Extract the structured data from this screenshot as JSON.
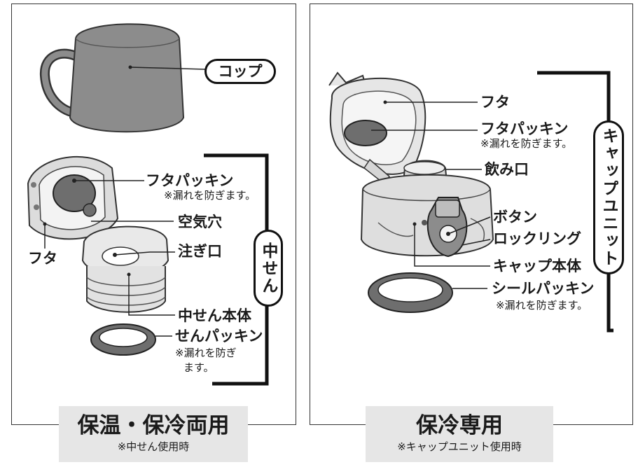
{
  "left": {
    "cup_label": "コップ",
    "lid_packing": "フタパッキン",
    "lid_packing_note": "※漏れを防ぎます。",
    "air_hole": "空気穴",
    "spout": "注ぎ口",
    "lid": "フタ",
    "side_label": "中せん",
    "stopper_body": "中せん本体",
    "stopper_packing": "せんパッキン",
    "stopper_packing_note_1": "※漏れを防ぎ",
    "stopper_packing_note_2": "ます。",
    "footer_title": "保温・保冷両用",
    "footer_sub": "※中せん使用時"
  },
  "right": {
    "lid": "フタ",
    "lid_packing": "フタパッキン",
    "lid_packing_note": "※漏れを防ぎます。",
    "mouth": "飲み口",
    "button": "ボタン",
    "lock_ring": "ロックリング",
    "cap_body": "キャップ本体",
    "seal_packing": "シールパッキン",
    "seal_packing_note": "※漏れを防ぎます。",
    "side_label": "キャップユニット",
    "footer_title": "保冷専用",
    "footer_sub": "※キャップユニット使用時"
  }
}
